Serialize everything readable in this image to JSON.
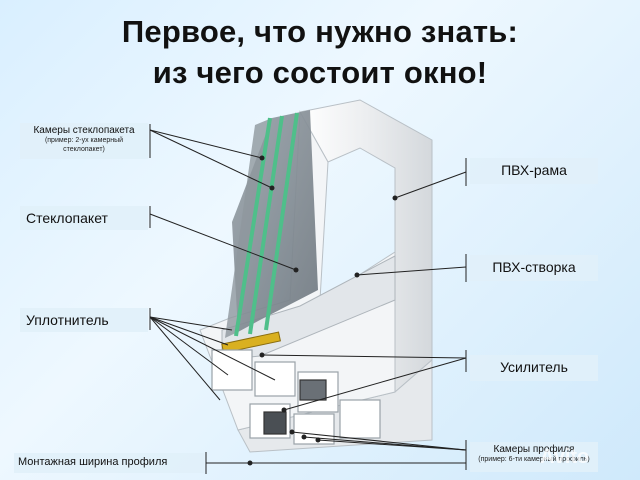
{
  "title": {
    "line1": "Первое, что нужно знать:",
    "line2": "из чего состоит окно!"
  },
  "labels": {
    "chambers_glass": "Камеры стеклопакета",
    "chambers_glass_note_1": "(пример: 2-ух камерный",
    "chambers_glass_note_2": "стеклопакет)",
    "glass_unit": "Стеклопакет",
    "seal": "Уплотнитель",
    "mount_width": "Монтажная ширина профиля",
    "pvc_frame": "ПВХ-рама",
    "pvc_sash": "ПВХ-створка",
    "reinforcement": "Усилитель",
    "profile_chambers": "Камеры профиля",
    "profile_chambers_note": "(пример: 6-ти камерный профиль)"
  },
  "watermark": "Avito",
  "colors": {
    "background": "#d9efff",
    "title": "#111111",
    "label_bg": "#e1f0fa",
    "glass_edge": "#4fbf8a",
    "seal": "#d9b020",
    "pointer": "#222222"
  }
}
